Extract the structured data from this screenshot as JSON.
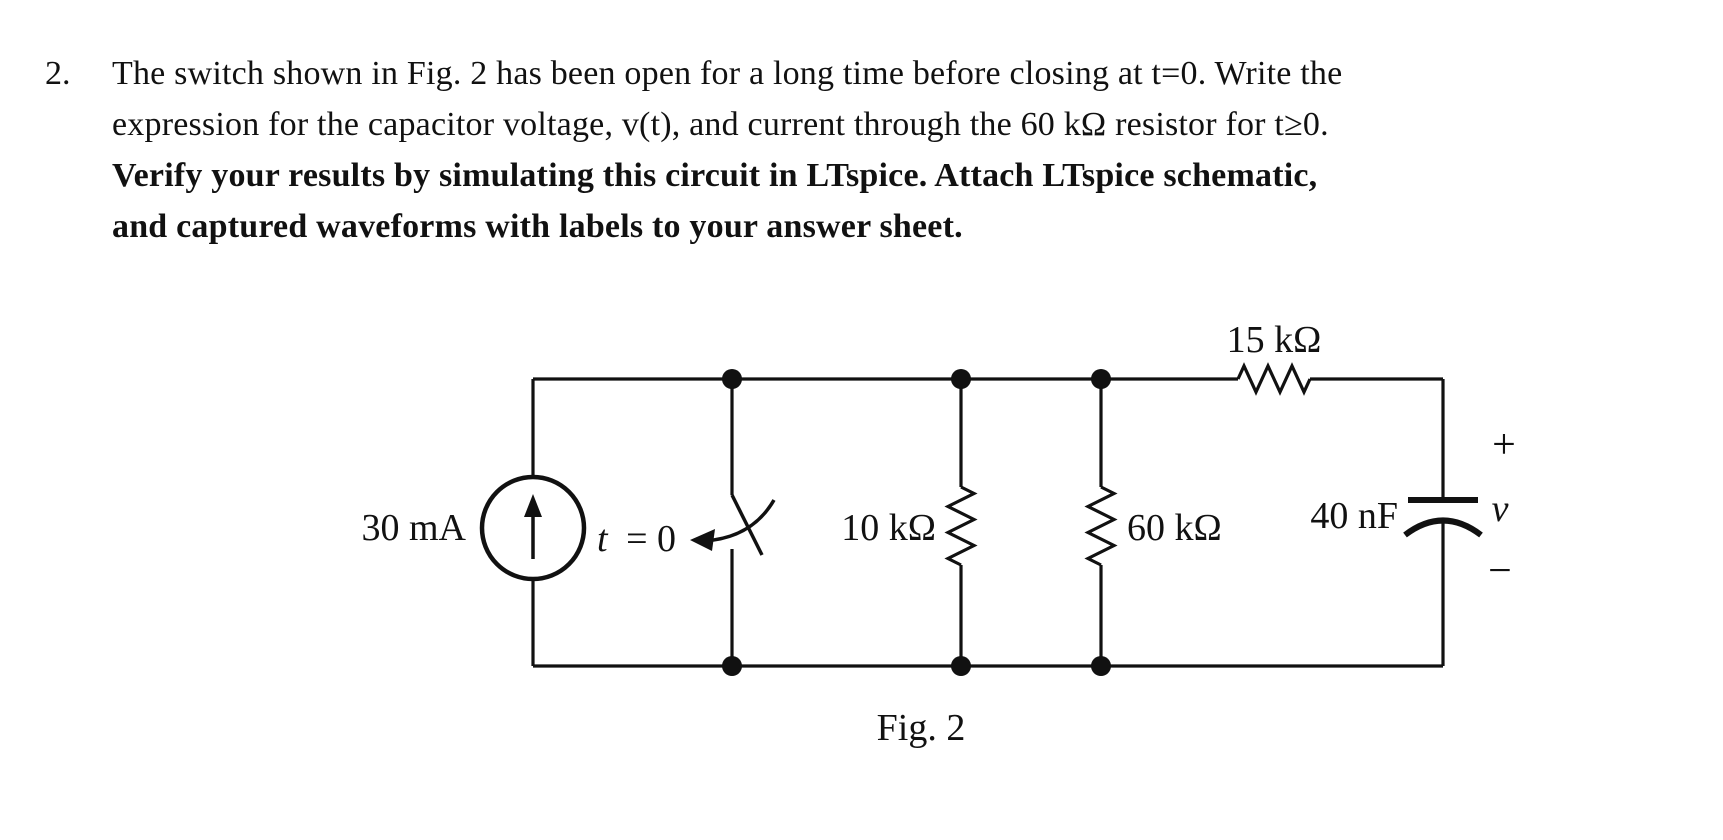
{
  "problem": {
    "number": "2.",
    "lines": [
      "The switch shown in Fig. 2 has been open for a long time before closing at t=0. Write the",
      "expression for the capacitor voltage, v(t), and current through the 60 kΩ resistor for t≥0.",
      "Verify your results by simulating this circuit in LTspice. Attach LTspice schematic,",
      "and captured waveforms with labels to your answer sheet."
    ]
  },
  "circuit": {
    "source_label": "30 mA",
    "switch_label_var": "t",
    "switch_label_rest": "= 0",
    "r_parallel_1": "10 kΩ",
    "r_parallel_2": "60 kΩ",
    "r_series": "15 kΩ",
    "capacitor_label": "40 nF",
    "polarity_plus": "+",
    "voltage_symbol": "v",
    "polarity_minus": "−",
    "caption": "Fig. 2"
  },
  "colors": {
    "ink": "#111111",
    "background": "#ffffff"
  }
}
